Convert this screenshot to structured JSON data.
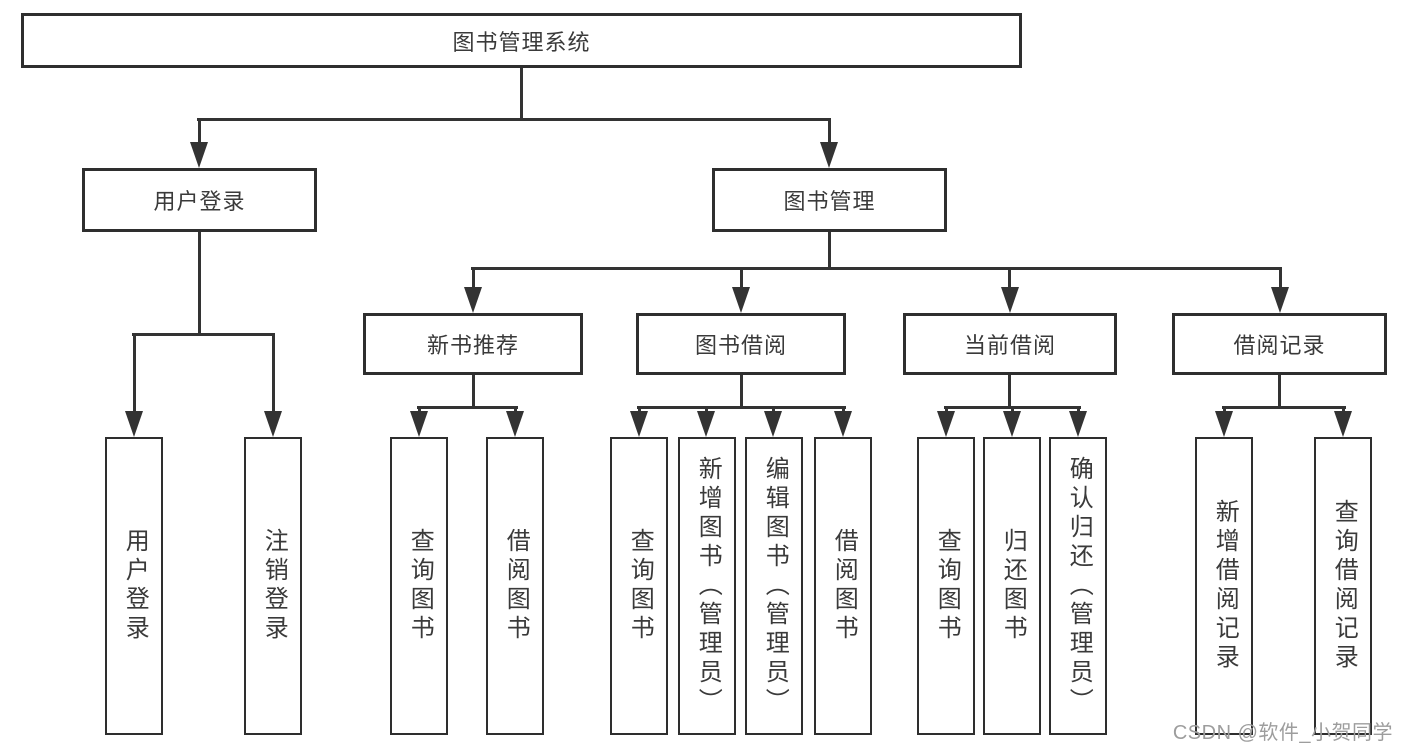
{
  "diagram": {
    "root": {
      "label": "图书管理系统"
    },
    "branches": [
      {
        "label": "用户登录",
        "children": [
          {
            "label": "用户登录"
          },
          {
            "label": "注销登录"
          }
        ]
      },
      {
        "label": "图书管理",
        "children": [
          {
            "label": "新书推荐",
            "children": [
              {
                "label": "查询图书"
              },
              {
                "label": "借阅图书"
              }
            ]
          },
          {
            "label": "图书借阅",
            "children": [
              {
                "label": "查询图书"
              },
              {
                "label": "新增图书（管理员）"
              },
              {
                "label": "编辑图书（管理员）"
              },
              {
                "label": "借阅图书"
              }
            ]
          },
          {
            "label": "当前借阅",
            "children": [
              {
                "label": "查询图书"
              },
              {
                "label": "归还图书"
              },
              {
                "label": "确认归还（管理员）"
              }
            ]
          },
          {
            "label": "借阅记录",
            "children": [
              {
                "label": "新增借阅记录"
              },
              {
                "label": "查询借阅记录"
              }
            ]
          }
        ]
      }
    ]
  },
  "watermark": {
    "text": "CSDN @软件_小贺同学",
    "color": "#9d9d9d"
  },
  "colors": {
    "line": "#333333",
    "box_border": "#2e2e2e",
    "text": "#3a3a3a",
    "background": "#ffffff"
  }
}
